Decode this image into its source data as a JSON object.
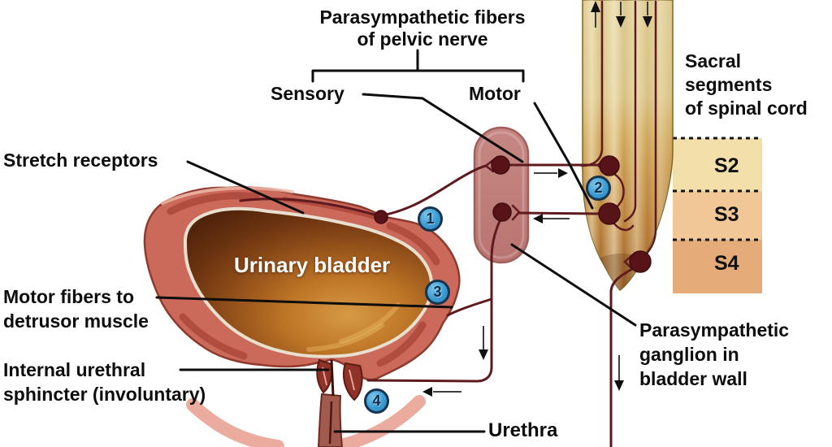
{
  "figure": {
    "title_line1": "Parasympathetic fibers",
    "title_line2": "of pelvic nerve",
    "sensory_label": "Sensory",
    "motor_label": "Motor",
    "cord_caption_line1": "Sacral",
    "cord_caption_line2": "segments",
    "cord_caption_line3": "of spinal cord",
    "segments": [
      {
        "label": "S2"
      },
      {
        "label": "S3"
      },
      {
        "label": "S4"
      }
    ],
    "bladder_label": "Urinary bladder",
    "stretch_label": "Stretch receptors",
    "motor_fibers_line1": "Motor fibers to",
    "motor_fibers_line2": "detrusor muscle",
    "sphincter_line1": "Internal urethral",
    "sphincter_line2": "sphincter (involuntary)",
    "ganglion_line1": "Parasympathetic",
    "ganglion_line2": "ganglion in",
    "ganglion_line3": "bladder wall",
    "urethra_label": "Urethra",
    "steps": [
      {
        "n": "1"
      },
      {
        "n": "2"
      },
      {
        "n": "3"
      },
      {
        "n": "4"
      }
    ]
  },
  "colors": {
    "badge_blue": "#3b9ad2",
    "badge_ring": "#16344f",
    "fiber_maroon": "#5e1a1e",
    "soma_dark": "#571317",
    "capsule_pink": "#c0807c",
    "cord_gold_top": "#dcc98f",
    "cord_bronze_bottom": "#a96c2e",
    "band_s2": "#f2dfaa",
    "band_s3": "#f1c795",
    "band_s4": "#e5ab79",
    "bladder_wall_red": "#cb6a5b",
    "bladder_cavity_orange": "#b06a1d",
    "pelvic_floor_pink": "#ecab9f",
    "label_black": "#0d0d0d",
    "bladder_label_white": "#ffffff"
  }
}
